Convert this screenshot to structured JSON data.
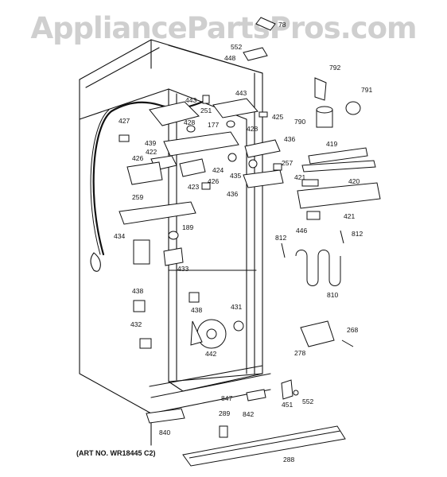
{
  "watermark": "AppliancePartsPros.com",
  "art_no": "(ART NO. WR18445 C2)",
  "parts": [
    "78",
    "552",
    "448",
    "792",
    "791",
    "443",
    "251",
    "443",
    "427",
    "428",
    "177",
    "428",
    "425",
    "790",
    "439",
    "436",
    "422",
    "426",
    "426",
    "257",
    "424",
    "435",
    "419",
    "423",
    "436",
    "421",
    "420",
    "259",
    "421",
    "446",
    "189",
    "434",
    "812",
    "812",
    "433",
    "810",
    "438",
    "438",
    "431",
    "432",
    "268",
    "442",
    "278",
    "847",
    "451",
    "552",
    "289",
    "842",
    "840",
    "288"
  ]
}
